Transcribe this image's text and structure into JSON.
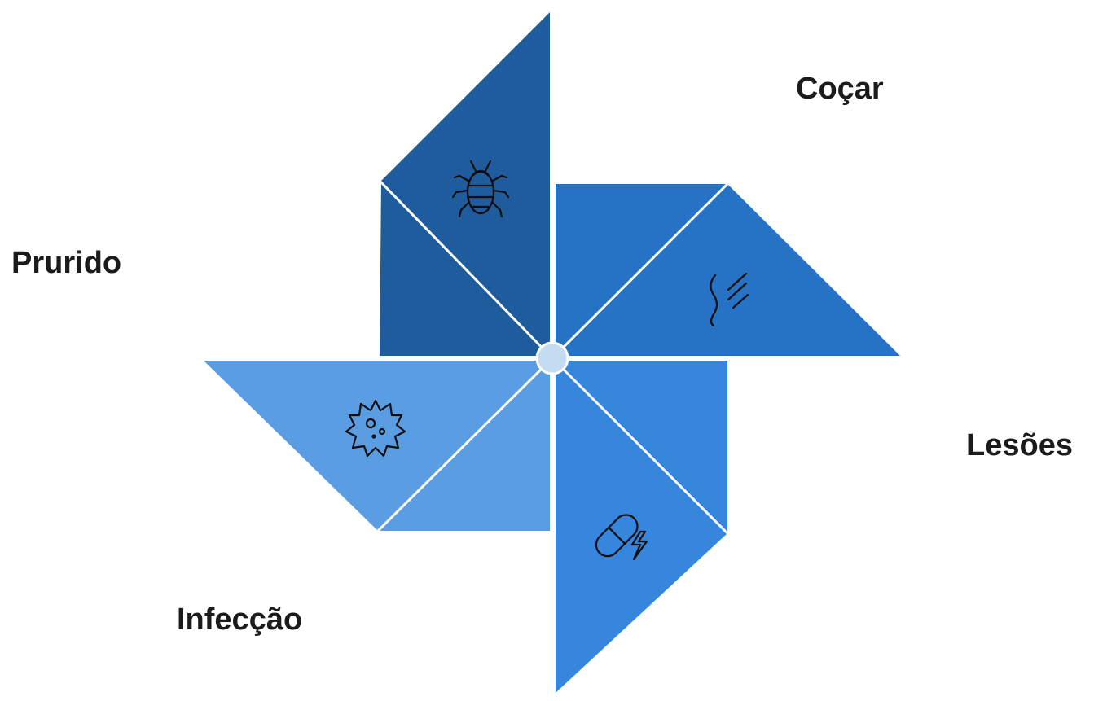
{
  "labels": {
    "top_right": "Coçar",
    "left": "Prurido",
    "right": "Lesões",
    "bottom_left": "Infecção"
  },
  "colors": {
    "blade_top": "#1f5c9e",
    "blade_right": "#2672c4",
    "blade_bottom": "#3586dc",
    "blade_left": "#5b9de2",
    "hub": "#c3dcf2",
    "divider": "#ffffff",
    "text": "#1b1b1b"
  },
  "icons": {
    "top": "bug-icon",
    "right": "scratch-icon",
    "bottom": "pill-icon",
    "left": "virus-icon"
  }
}
